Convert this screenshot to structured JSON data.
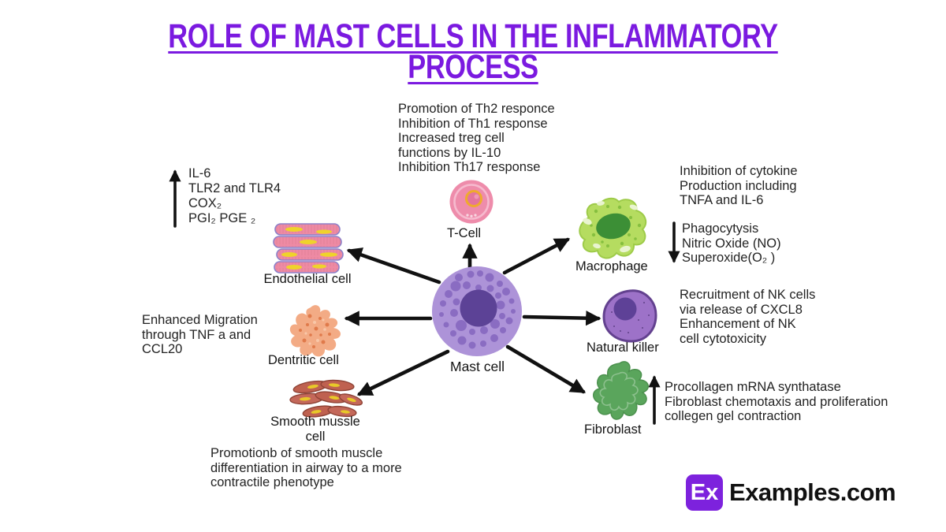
{
  "title": {
    "line1": "ROLE OF MAST CELLS IN THE INFLAMMATORY",
    "line2": "PROCESS"
  },
  "diagram_type": "radial cell-interaction diagram",
  "center": {
    "label": "Mast cell"
  },
  "nodes": {
    "t_cell": {
      "label": "T-Cell",
      "note": "Promotion of Th2 responce\nInhibition of Th1 response\nIncreased treg cell\nfunctions by IL-10\nInhibition Th17 response"
    },
    "endothelial": {
      "label": "Endothelial cell",
      "note": "IL-6\nTLR2 and TLR4\nCOX₂\nPGI₂ PGE ₂",
      "note_arrow": "up"
    },
    "macrophage": {
      "label": "Macrophage",
      "note1": "Inhibition of cytokine\nProduction including\nTNFA and IL-6",
      "note2": "Phagocytysis\nNitric Oxide (NO)\nSuperoxide(O₂ )",
      "note2_arrow": "down"
    },
    "natural_killer": {
      "label": "Natural killer",
      "note": "Recruitment of NK cells\nvia release of CXCL8\nEnhancement of NK\ncell cytotoxicity"
    },
    "fibroblast": {
      "label": "Fibroblast",
      "note": "Procollagen mRNA synthatase\nFibroblast chemotaxis and proliferation\ncollegen gel contraction",
      "note_arrow": "up"
    },
    "dendritic": {
      "label": "Dentritic cell",
      "note": "Enhanced Migration\nthrough TNF a and\nCCL20"
    },
    "smooth_muscle": {
      "label": "Smooth mussle\ncell",
      "note": "Promotionb of smooth muscle\ndifferentiation in airway to a more\ncontractile phenotype"
    }
  },
  "branding": {
    "logo_badge": "Ex",
    "logo_text": "Examples.com"
  },
  "colors": {
    "title_purple": "#7b1ae0",
    "arrow_black": "#111111",
    "mast_body": "#ad93d8",
    "mast_granule": "#8a6cc2",
    "mast_nucleus": "#5c4296",
    "tcell_pink": "#ee8cab",
    "tcell_ring_yellow": "#efaa2d",
    "macrophage_green": "#b5dc60",
    "macrophage_nucleus": "#3c8f36",
    "nk_purple": "#9d72c8",
    "nk_nucleus": "#5e4197",
    "fibroblast_green": "#5aa55c",
    "dendritic_salmon": "#f3ab85",
    "smooth_muscle_red": "#bf6150",
    "endothelial_pink": "#ee8aa4",
    "nucleus_yellow": "#e9c929",
    "logo_purple": "#7d22dd"
  }
}
